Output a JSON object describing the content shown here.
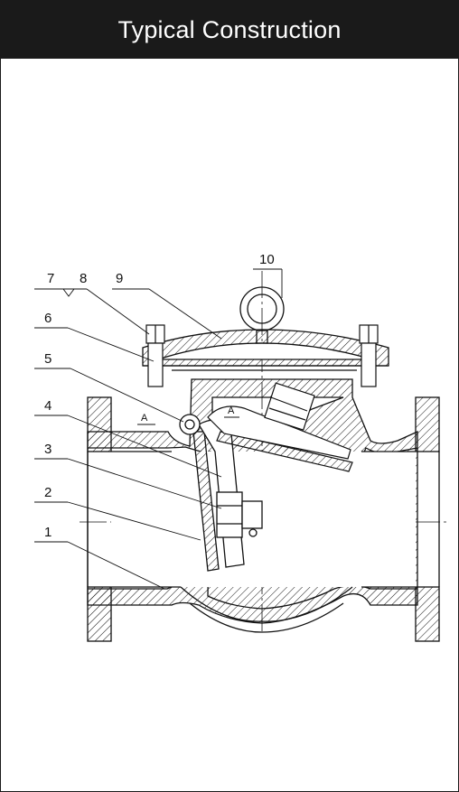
{
  "header": {
    "title": "Typical Construction"
  },
  "diagram": {
    "part_numbers": [
      "1",
      "2",
      "3",
      "4",
      "5",
      "6",
      "7",
      "8",
      "9",
      "10"
    ],
    "section_marker": "A"
  },
  "colors": {
    "header_bg": "#1a1a1a",
    "header_text": "#ffffff",
    "line": "#111111"
  }
}
